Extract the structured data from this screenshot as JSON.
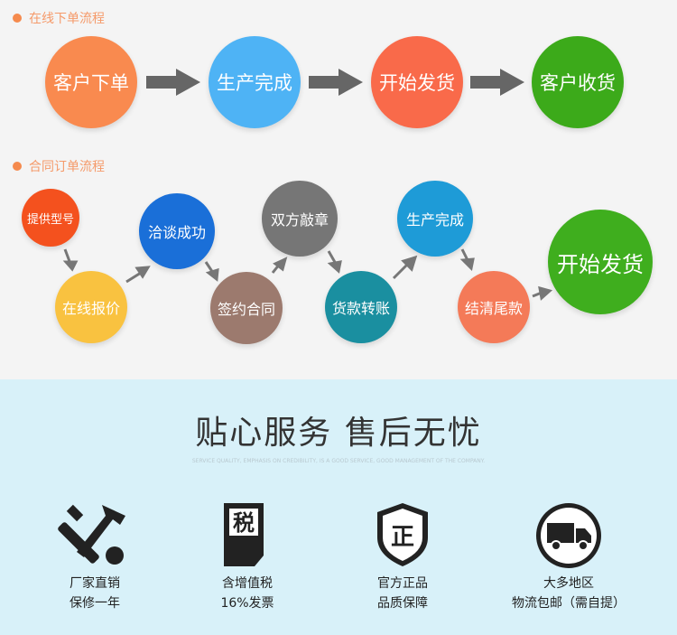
{
  "online_flow": {
    "heading": "在线下单流程",
    "steps": [
      "客户下单",
      "生产完成",
      "开始发货",
      "客户收货"
    ]
  },
  "contract_flow": {
    "heading": "合同订单流程",
    "steps": [
      "提供型号",
      "在线报价",
      "洽谈成功",
      "签约合同",
      "双方敲章",
      "货款转账",
      "生产完成",
      "结清尾款",
      "开始发货"
    ]
  },
  "service": {
    "title": "贴心服务 售后无忧",
    "subtitle": "SERVICE QUALITY, EMPHASIS ON CREDIBILITY, IS A GOOD SERVICE, GOOD MANAGEMENT OF THE COMPANY.",
    "items": [
      {
        "line1": "厂家直销",
        "line2": "保修一年",
        "icon_text": ""
      },
      {
        "line1": "含增值税",
        "line2": "16%发票",
        "icon_text": "税"
      },
      {
        "line1": "官方正品",
        "line2": "品质保障",
        "icon_text": "正"
      },
      {
        "line1": "大多地区",
        "line2": "物流包邮（需自提）",
        "icon_text": ""
      }
    ]
  },
  "colors": {
    "orange": "#f98a4f",
    "blue": "#4eb3f5",
    "red": "#f96a4a",
    "green": "#3caa1a"
  }
}
